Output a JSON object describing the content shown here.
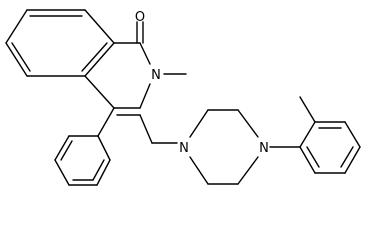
{
  "atoms": {
    "oxygen": "O",
    "n_lactam": "N",
    "n_piperazine_left": "N",
    "n_piperazine_right": "N"
  },
  "colors": {
    "background": "#ffffff",
    "bond": "#000000",
    "label": "#000000"
  }
}
